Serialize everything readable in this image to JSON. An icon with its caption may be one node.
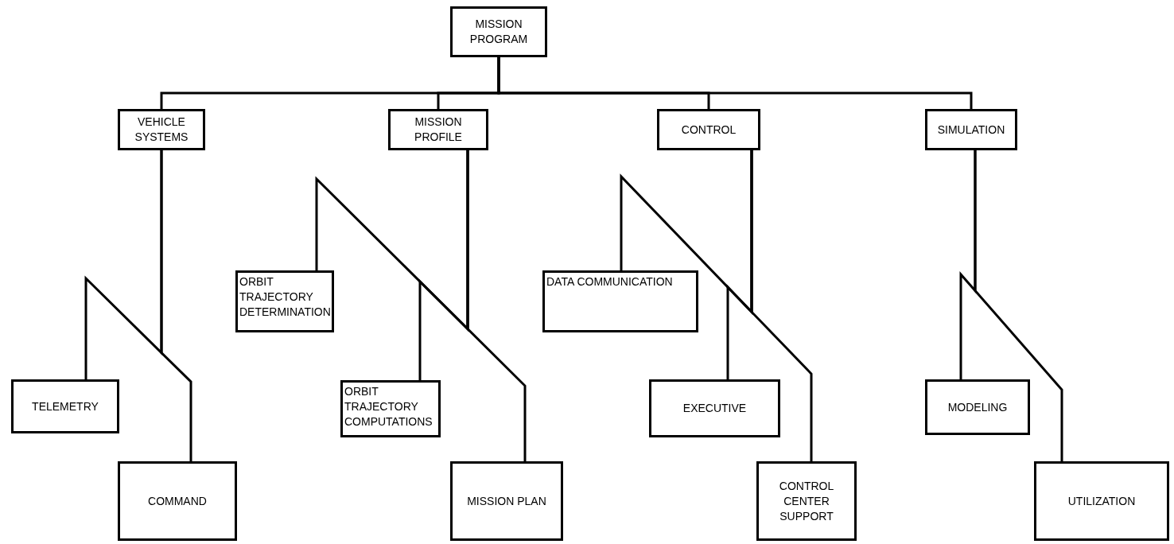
{
  "diagram": {
    "nodes": [
      {
        "text": [
          "MISSION PROGRAM"
        ]
      },
      {
        "text": [
          "VEHICLE SYSTEMS"
        ]
      },
      {
        "text": [
          "MISSION PROFILE"
        ]
      },
      {
        "text": [
          "CONTROL"
        ]
      },
      {
        "text": [
          "SIMULATION"
        ]
      },
      {
        "text": [
          "ORBIT TRAJECTORY DETERMINATION"
        ]
      },
      {
        "text": [
          "DATA COMMUNICATION"
        ]
      },
      {
        "text": [
          "TELEMETRY"
        ]
      },
      {
        "text": [
          "EXECUTIVE"
        ]
      },
      {
        "text": [
          "MODELING"
        ]
      },
      {
        "text": [
          "ORBIT TRAJECTORY COMPUTATIONS"
        ]
      },
      {
        "text": [
          "COMMAND"
        ]
      },
      {
        "text": [
          "MISSION PLAN"
        ]
      },
      {
        "text": [
          "CONTROL CENTER SUPPORT"
        ]
      },
      {
        "text": [
          "UTILIZATION"
        ]
      }
    ],
    "edges": [
      {
        "from": 0,
        "to": 1,
        "arrow": "none"
      },
      {
        "from": 0,
        "to": 2,
        "arrow": "none"
      },
      {
        "from": 0,
        "to": 3,
        "arrow": "none"
      },
      {
        "from": 0,
        "to": 4,
        "arrow": "none"
      },
      {
        "from": 1,
        "to": 7,
        "arrow": "none"
      },
      {
        "from": 1,
        "to": 11,
        "arrow": "none"
      },
      {
        "from": 2,
        "to": 5,
        "arrow": "none"
      },
      {
        "from": 2,
        "to": 10,
        "arrow": "none"
      },
      {
        "from": 2,
        "to": 12,
        "arrow": "none"
      },
      {
        "from": 3,
        "to": 6,
        "arrow": "none"
      },
      {
        "from": 3,
        "to": 8,
        "arrow": "none"
      },
      {
        "from": 3,
        "to": 13,
        "arrow": "none"
      },
      {
        "from": 4,
        "to": 9,
        "arrow": "none"
      },
      {
        "from": 4,
        "to": 14,
        "arrow": "none"
      }
    ]
  }
}
